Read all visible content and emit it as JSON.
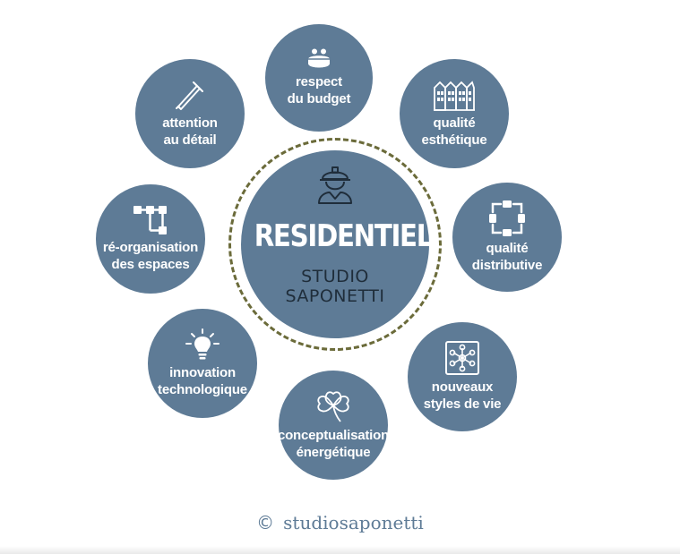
{
  "center": {
    "title": "RESIDENTIEL",
    "subtitle_line1": "STUDIO",
    "subtitle_line2": "SAPONETTI",
    "icon": "worker-helmet-icon"
  },
  "bubbles": [
    {
      "id": "budget",
      "icon": "coin-purse-icon",
      "line1": "respect",
      "line2": "du budget"
    },
    {
      "id": "esthetique",
      "icon": "buildings-icon",
      "line1": "qualité",
      "line2": "esthétique"
    },
    {
      "id": "distributive",
      "icon": "distribution-diagram-icon",
      "line1": "qualité",
      "line2": "distributive"
    },
    {
      "id": "styles",
      "icon": "network-icon",
      "line1": "nouveaux",
      "line2": "styles de vie"
    },
    {
      "id": "energetique",
      "icon": "clover-icon",
      "line1": "conceptualisation",
      "line2": "énergétique"
    },
    {
      "id": "innovation",
      "icon": "light-bulb-icon",
      "line1": "innovation",
      "line2": "technologique"
    },
    {
      "id": "espaces",
      "icon": "flow-chart-icon",
      "line1": "ré-organisation",
      "line2": "des espaces"
    },
    {
      "id": "detail",
      "icon": "nail-icon",
      "line1": "attention",
      "line2": "au détail"
    }
  ],
  "footer": {
    "symbol": "©",
    "text": "studiosaponetti"
  },
  "colors": {
    "bubble": "#5e7b96",
    "ring": "#6b6b3a",
    "subtitle": "#1f2d3a"
  }
}
